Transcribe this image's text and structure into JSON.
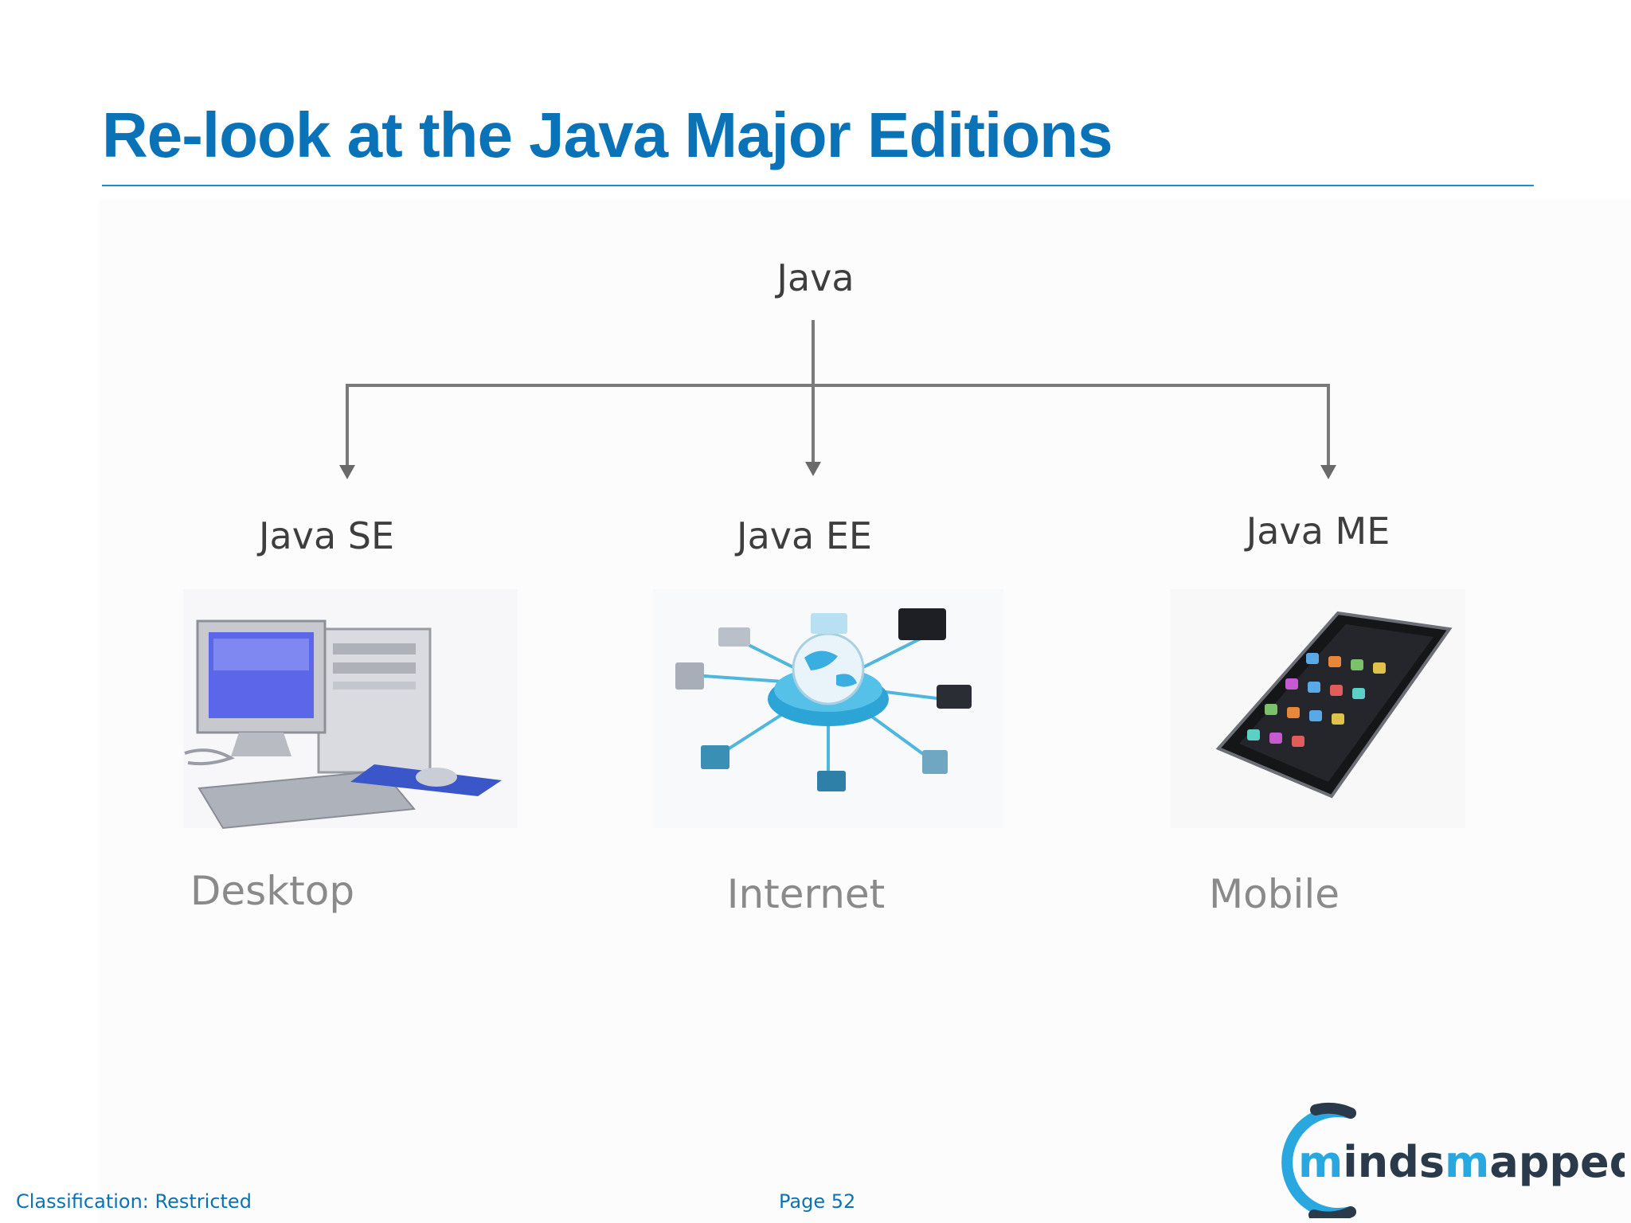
{
  "slide": {
    "title": "Re-look at the Java Major Editions"
  },
  "diagram": {
    "root": "Java",
    "editions": [
      {
        "name": "Java SE",
        "platform": "Desktop",
        "icon": "desktop-computer-icon"
      },
      {
        "name": "Java EE",
        "platform": "Internet",
        "icon": "network-globe-icon"
      },
      {
        "name": "Java ME",
        "platform": "Mobile",
        "icon": "smartphone-icon"
      }
    ]
  },
  "footer": {
    "classification": "Classification: Restricted",
    "page": "Page 52",
    "logo_text": "mindsmapped"
  },
  "colors": {
    "title": "#0a73b8",
    "rule": "#1f8ccc",
    "connector": "#7a7a7a",
    "logo_ring": "#29a8e0",
    "logo_dark": "#2b3a4a"
  }
}
